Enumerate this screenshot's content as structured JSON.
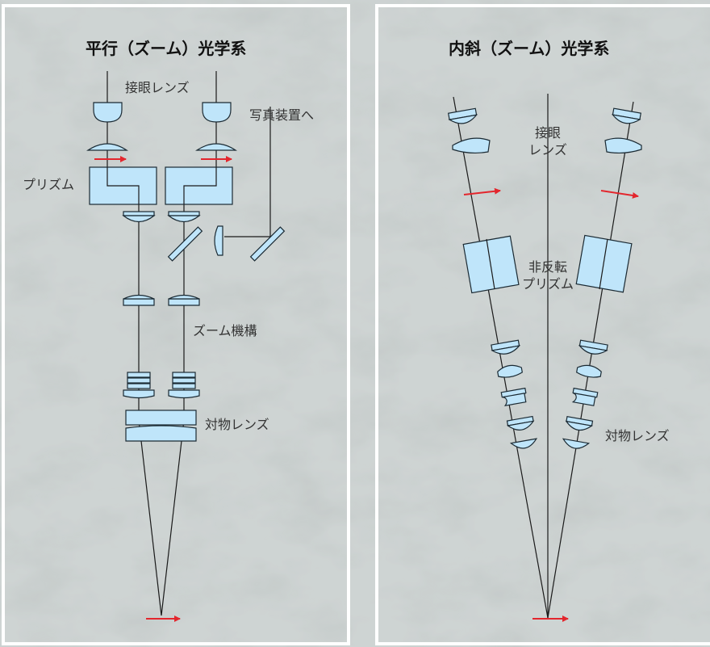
{
  "colors": {
    "lens_fill": "#bfe5fa",
    "lens_stroke": "#1b2a33",
    "ray": "#1a1a1a",
    "arrow": "#e3262d",
    "frame": "#ffffff",
    "text": "#333333"
  },
  "left_panel": {
    "title": "平行（ズーム）光学系",
    "labels": {
      "eyepiece": "接眼レンズ",
      "to_camera": "写真装置へ",
      "prism": "プリズム",
      "zoom": "ズーム機構",
      "objective": "対物レンズ"
    }
  },
  "right_panel": {
    "title": "内斜（ズーム）光学系",
    "labels": {
      "eyepiece_line1": "接眼",
      "eyepiece_line2": "レンズ",
      "prism_line1": "非反転",
      "prism_line2": "プリズム",
      "objective": "対物レンズ"
    }
  }
}
